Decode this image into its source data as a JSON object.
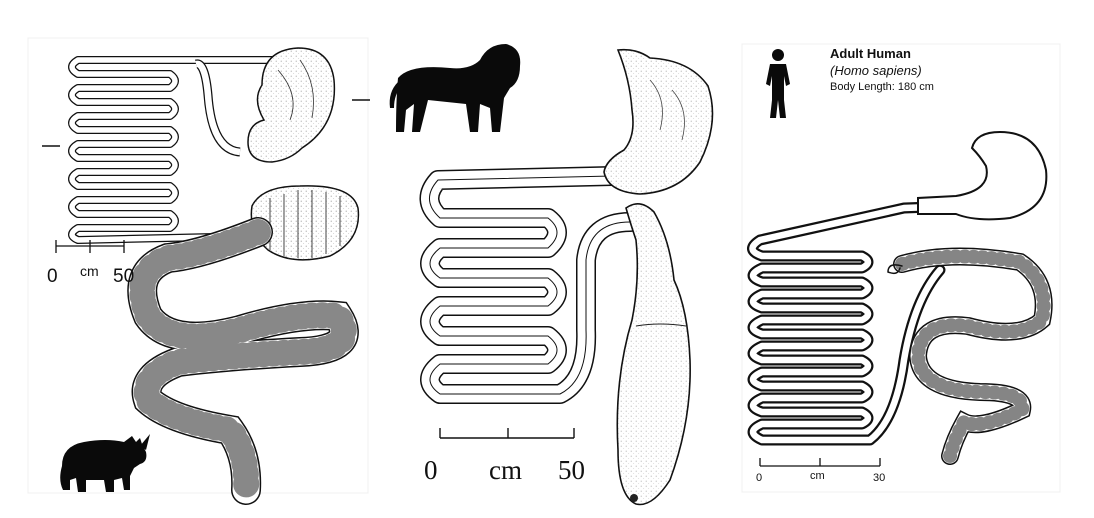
{
  "panels": {
    "rhino": {
      "scale": {
        "start": "0",
        "unit": "cm",
        "end": "50"
      }
    },
    "lion": {
      "scale": {
        "start": "0",
        "unit": "cm",
        "end": "50"
      }
    },
    "human": {
      "title": "Adult Human",
      "species": "(Homo sapiens)",
      "body_length": "Body Length: 180 cm",
      "scale": {
        "start": "0",
        "unit": "cm",
        "end": "30"
      }
    }
  },
  "icons": [
    "rhino-silhouette-icon",
    "lion-silhouette-icon",
    "human-silhouette-icon"
  ],
  "colors": {
    "ink": "#111111",
    "silhouette": "#0a0a0a",
    "background": "#ffffff"
  }
}
